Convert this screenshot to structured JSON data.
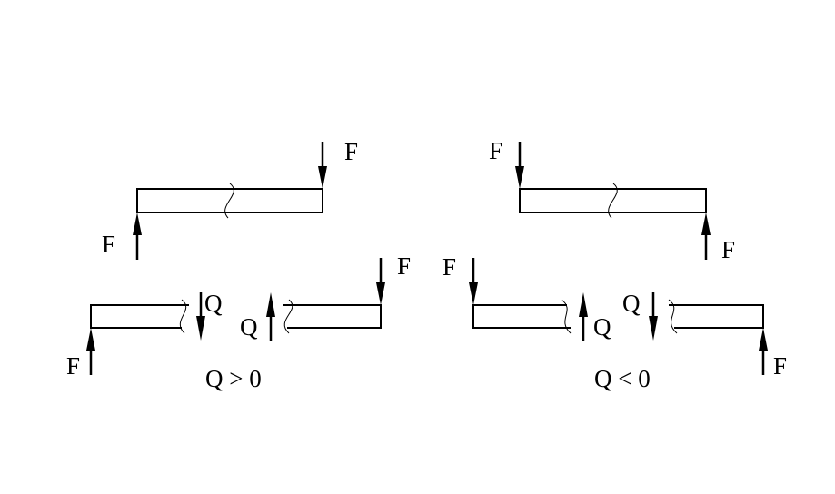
{
  "labels": {
    "force": "F",
    "shear": "Q",
    "positive_caption": "Q > 0",
    "negative_caption": "Q < 0"
  },
  "colors": {
    "ink": "#000000",
    "background": "#ffffff"
  }
}
